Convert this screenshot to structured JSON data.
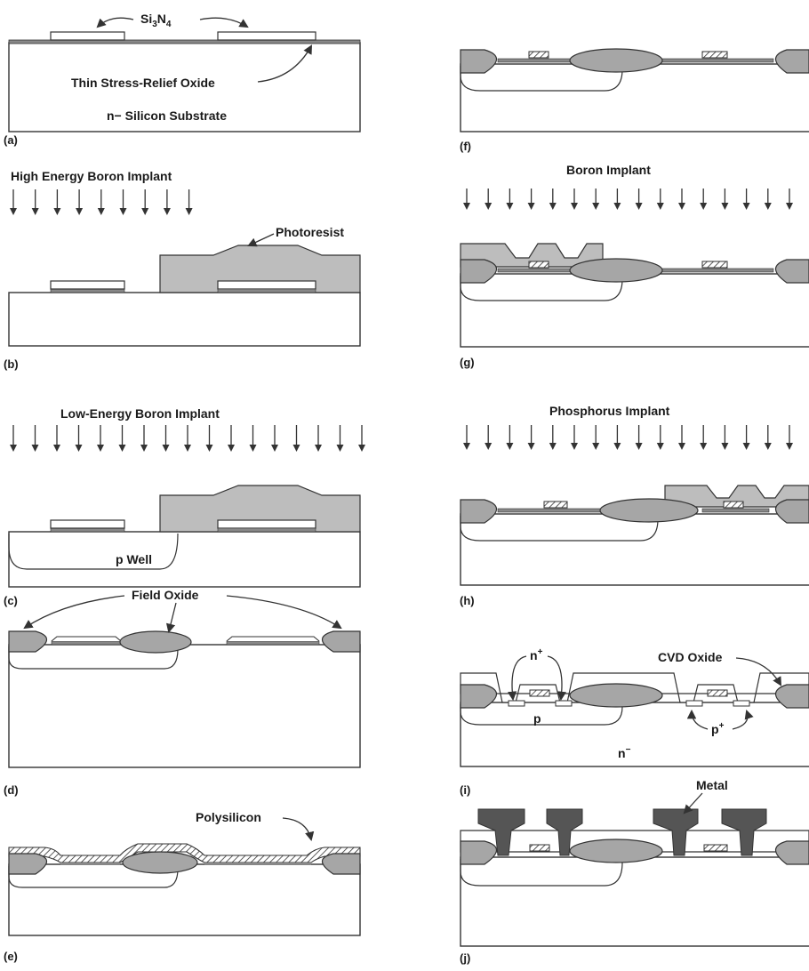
{
  "panels": {
    "a": {
      "letter": "(a)",
      "si3n4": {
        "base": "Si",
        "sub1": "3",
        "mid": "N",
        "sub2": "4"
      },
      "oxide": "Thin Stress-Relief Oxide",
      "substrate": "n− Silicon Substrate"
    },
    "b": {
      "letter": "(b)",
      "implant": "High Energy Boron Implant",
      "photoresist": "Photoresist"
    },
    "c": {
      "letter": "(c)",
      "implant": "Low-Energy Boron Implant",
      "well": "p Well"
    },
    "d": {
      "letter": "(d)",
      "field_oxide": "Field Oxide"
    },
    "e": {
      "letter": "(e)",
      "polysilicon": "Polysilicon"
    },
    "f": {
      "letter": "(f)"
    },
    "g": {
      "letter": "(g)",
      "implant": "Boron Implant"
    },
    "h": {
      "letter": "(h)",
      "implant": "Phosphorus Implant"
    },
    "i": {
      "letter": "(i)",
      "n_plus": {
        "base": "n",
        "sup": "+"
      },
      "cvd": "CVD Oxide",
      "p": "p",
      "p_plus": {
        "base": "p",
        "sup": "+"
      },
      "n_minus": {
        "base": "n",
        "sup": "−"
      }
    },
    "j": {
      "letter": "(j)",
      "metal": "Metal"
    }
  },
  "colors": {
    "field_oxide": "#a6a6a6",
    "photoresist": "#bdbdbd",
    "metal": "#555555",
    "outline": "#333333"
  },
  "icons": [
    "arrow-down-icon",
    "curved-arrow-icon",
    "hatch-pattern"
  ]
}
